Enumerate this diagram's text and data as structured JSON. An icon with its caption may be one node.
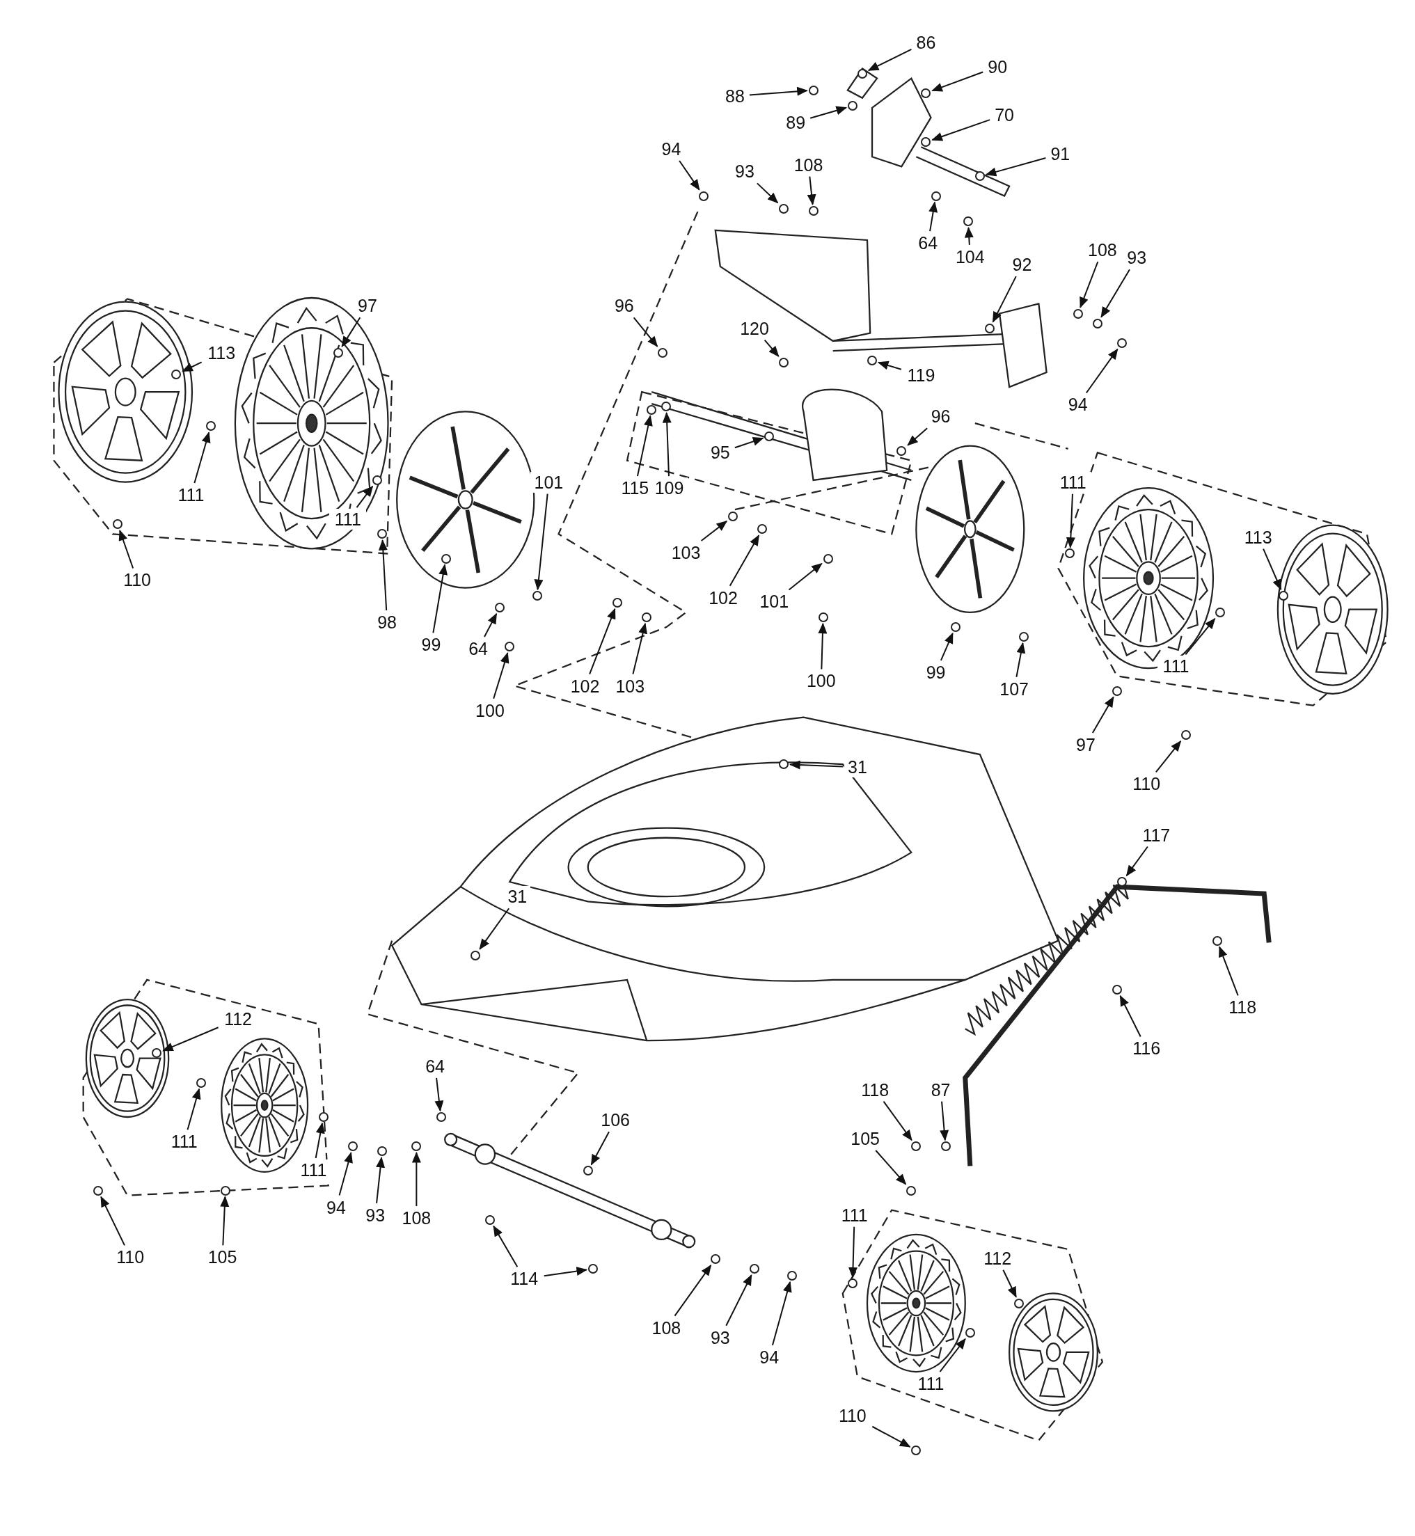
{
  "diagram": {
    "nodes": [
      {
        "text": [
          "86"
        ]
      },
      {
        "text": [
          "88"
        ]
      },
      {
        "text": [
          "90"
        ]
      },
      {
        "text": [
          "89"
        ]
      },
      {
        "text": [
          "70"
        ]
      },
      {
        "text": [
          "91"
        ]
      },
      {
        "text": [
          "94"
        ]
      },
      {
        "text": [
          "93"
        ]
      },
      {
        "text": [
          "108"
        ]
      },
      {
        "text": [
          "64"
        ]
      },
      {
        "text": [
          "104"
        ]
      },
      {
        "text": [
          "97"
        ]
      },
      {
        "text": [
          "113"
        ]
      },
      {
        "text": [
          "96"
        ]
      },
      {
        "text": [
          "120"
        ]
      },
      {
        "text": [
          "92"
        ]
      },
      {
        "text": [
          "108"
        ]
      },
      {
        "text": [
          "93"
        ]
      },
      {
        "text": [
          "119"
        ]
      },
      {
        "text": [
          "94"
        ]
      },
      {
        "text": [
          "111"
        ]
      },
      {
        "text": [
          "111"
        ]
      },
      {
        "text": [
          "110"
        ]
      },
      {
        "text": [
          "98"
        ]
      },
      {
        "text": [
          "99"
        ]
      },
      {
        "text": [
          "101"
        ]
      },
      {
        "text": [
          "115"
        ]
      },
      {
        "text": [
          "109"
        ]
      },
      {
        "text": [
          "95"
        ]
      },
      {
        "text": [
          "96"
        ]
      },
      {
        "text": [
          "64"
        ]
      },
      {
        "text": [
          "100"
        ]
      },
      {
        "text": [
          "102"
        ]
      },
      {
        "text": [
          "103"
        ]
      },
      {
        "text": [
          "103"
        ]
      },
      {
        "text": [
          "102"
        ]
      },
      {
        "text": [
          "101"
        ]
      },
      {
        "text": [
          "100"
        ]
      },
      {
        "text": [
          "111"
        ]
      },
      {
        "text": [
          "113"
        ]
      },
      {
        "text": [
          "99"
        ]
      },
      {
        "text": [
          "107"
        ]
      },
      {
        "text": [
          "111"
        ]
      },
      {
        "text": [
          "97"
        ]
      },
      {
        "text": [
          "110"
        ]
      },
      {
        "text": [
          "31"
        ]
      },
      {
        "text": [
          "117"
        ]
      },
      {
        "text": [
          "31"
        ]
      },
      {
        "text": [
          "118"
        ]
      },
      {
        "text": [
          "112"
        ]
      },
      {
        "text": [
          "116"
        ]
      },
      {
        "text": [
          "64"
        ]
      },
      {
        "text": [
          "106"
        ]
      },
      {
        "text": [
          "118"
        ]
      },
      {
        "text": [
          "87"
        ]
      },
      {
        "text": [
          "105"
        ]
      },
      {
        "text": [
          "111"
        ]
      },
      {
        "text": [
          "111"
        ]
      },
      {
        "text": [
          "94"
        ]
      },
      {
        "text": [
          "93"
        ]
      },
      {
        "text": [
          "108"
        ]
      },
      {
        "text": [
          "110"
        ]
      },
      {
        "text": [
          "105"
        ]
      },
      {
        "text": [
          "114"
        ]
      },
      {
        "text": [
          "111"
        ]
      },
      {
        "text": [
          "112"
        ]
      },
      {
        "text": [
          "108"
        ]
      },
      {
        "text": [
          "93"
        ]
      },
      {
        "text": [
          "94"
        ]
      },
      {
        "text": [
          "111"
        ]
      },
      {
        "text": [
          "110"
        ]
      },
      {
        "text": [],
        "shape": "circle"
      },
      {
        "text": [],
        "shape": "circle"
      },
      {
        "text": [],
        "shape": "circle"
      },
      {
        "text": [],
        "shape": "circle"
      },
      {
        "text": [],
        "shape": "circle"
      },
      {
        "text": [],
        "shape": "circle"
      },
      {
        "text": [],
        "shape": "circle"
      },
      {
        "text": [],
        "shape": "circle"
      },
      {
        "text": [],
        "shape": "circle"
      },
      {
        "text": [],
        "shape": "circle"
      },
      {
        "text": [],
        "shape": "circle"
      },
      {
        "text": [],
        "shape": "circle"
      },
      {
        "text": [],
        "shape": "circle"
      },
      {
        "text": [],
        "shape": "circle"
      },
      {
        "text": [],
        "shape": "circle"
      },
      {
        "text": [],
        "shape": "circle"
      },
      {
        "text": [],
        "shape": "circle"
      },
      {
        "text": [],
        "shape": "circle"
      },
      {
        "text": [],
        "shape": "circle"
      },
      {
        "text": [],
        "shape": "circle"
      },
      {
        "text": [],
        "shape": "circle"
      },
      {
        "text": [],
        "shape": "circle"
      },
      {
        "text": [],
        "shape": "circle"
      },
      {
        "text": [],
        "shape": "circle"
      },
      {
        "text": [],
        "shape": "circle"
      },
      {
        "text": [],
        "shape": "circle"
      },
      {
        "text": [],
        "shape": "circle"
      },
      {
        "text": [],
        "shape": "circle"
      },
      {
        "text": [],
        "shape": "circle"
      },
      {
        "text": [],
        "shape": "circle"
      },
      {
        "text": [],
        "shape": "circle"
      },
      {
        "text": [],
        "shape": "circle"
      },
      {
        "text": [],
        "shape": "circle"
      },
      {
        "text": [],
        "shape": "circle"
      },
      {
        "text": [],
        "shape": "circle"
      },
      {
        "text": [],
        "shape": "circle"
      },
      {
        "text": [],
        "shape": "circle"
      },
      {
        "text": [],
        "shape": "circle"
      },
      {
        "text": [],
        "shape": "circle"
      },
      {
        "text": [],
        "shape": "circle"
      },
      {
        "text": [],
        "shape": "circle"
      },
      {
        "text": [],
        "shape": "circle"
      },
      {
        "text": [],
        "shape": "circle"
      },
      {
        "text": [],
        "shape": "circle"
      },
      {
        "text": [],
        "shape": "circle"
      },
      {
        "text": [],
        "shape": "circle"
      },
      {
        "text": [],
        "shape": "circle"
      },
      {
        "text": [],
        "shape": "circle"
      },
      {
        "text": [],
        "shape": "circle"
      },
      {
        "text": [],
        "shape": "circle"
      },
      {
        "text": [],
        "shape": "circle"
      },
      {
        "text": [],
        "shape": "circle"
      },
      {
        "text": [],
        "shape": "circle"
      },
      {
        "text": [],
        "shape": "circle"
      },
      {
        "text": [],
        "shape": "circle"
      },
      {
        "text": [],
        "shape": "circle"
      },
      {
        "text": [],
        "shape": "circle"
      },
      {
        "text": [],
        "shape": "circle"
      },
      {
        "text": [],
        "shape": "circle"
      },
      {
        "text": [],
        "shape": "circle"
      },
      {
        "text": [],
        "shape": "circle"
      },
      {
        "text": [],
        "shape": "circle"
      },
      {
        "text": [],
        "shape": "circle"
      },
      {
        "text": [],
        "shape": "circle"
      },
      {
        "text": [],
        "shape": "circle"
      },
      {
        "text": [],
        "shape": "circle"
      },
      {
        "text": [],
        "shape": "circle"
      },
      {
        "text": [],
        "shape": "circle"
      },
      {
        "text": [],
        "shape": "circle"
      },
      {
        "text": [],
        "shape": "circle"
      },
      {
        "text": [],
        "shape": "circle"
      },
      {
        "text": [],
        "shape": "circle"
      }
    ],
    "edges": [
      {
        "from": 0,
        "to": 71,
        "arrow": "to"
      },
      {
        "from": 1,
        "to": 72,
        "arrow": "to"
      },
      {
        "from": 2,
        "to": 73,
        "arrow": "to"
      },
      {
        "from": 3,
        "to": 74,
        "arrow": "to"
      },
      {
        "from": 4,
        "to": 75,
        "arrow": "to"
      },
      {
        "from": 5,
        "to": 76,
        "arrow": "to"
      },
      {
        "from": 6,
        "to": 77,
        "arrow": "to"
      },
      {
        "from": 7,
        "to": 78,
        "arrow": "to"
      },
      {
        "from": 8,
        "to": 79,
        "arrow": "to"
      },
      {
        "from": 9,
        "to": 80,
        "arrow": "to"
      },
      {
        "from": 10,
        "to": 81,
        "arrow": "to"
      },
      {
        "from": 11,
        "to": 82,
        "arrow": "to"
      },
      {
        "from": 12,
        "to": 83,
        "arrow": "to"
      },
      {
        "from": 13,
        "to": 84,
        "arrow": "to"
      },
      {
        "from": 14,
        "to": 85,
        "arrow": "to"
      },
      {
        "from": 15,
        "to": 86,
        "arrow": "to"
      },
      {
        "from": 16,
        "to": 87,
        "arrow": "to"
      },
      {
        "from": 17,
        "to": 88,
        "arrow": "to"
      },
      {
        "from": 18,
        "to": 89,
        "arrow": "to"
      },
      {
        "from": 19,
        "to": 90,
        "arrow": "to"
      },
      {
        "from": 20,
        "to": 91,
        "arrow": "to"
      },
      {
        "from": 21,
        "to": 92,
        "arrow": "to"
      },
      {
        "from": 22,
        "to": 93,
        "arrow": "to"
      },
      {
        "from": 23,
        "to": 94,
        "arrow": "to"
      },
      {
        "from": 24,
        "to": 95,
        "arrow": "to"
      },
      {
        "from": 25,
        "to": 96,
        "arrow": "to"
      },
      {
        "from": 26,
        "to": 97,
        "arrow": "to"
      },
      {
        "from": 27,
        "to": 98,
        "arrow": "to"
      },
      {
        "from": 28,
        "to": 99,
        "arrow": "to"
      },
      {
        "from": 29,
        "to": 100,
        "arrow": "to"
      },
      {
        "from": 30,
        "to": 101,
        "arrow": "to"
      },
      {
        "from": 31,
        "to": 102,
        "arrow": "to"
      },
      {
        "from": 32,
        "to": 103,
        "arrow": "to"
      },
      {
        "from": 33,
        "to": 104,
        "arrow": "to"
      },
      {
        "from": 34,
        "to": 105,
        "arrow": "to"
      },
      {
        "from": 35,
        "to": 106,
        "arrow": "to"
      },
      {
        "from": 36,
        "to": 107,
        "arrow": "to"
      },
      {
        "from": 37,
        "to": 108,
        "arrow": "to"
      },
      {
        "from": 38,
        "to": 109,
        "arrow": "to"
      },
      {
        "from": 39,
        "to": 110,
        "arrow": "to"
      },
      {
        "from": 40,
        "to": 111,
        "arrow": "to"
      },
      {
        "from": 41,
        "to": 112,
        "arrow": "to"
      },
      {
        "from": 42,
        "to": 113,
        "arrow": "to"
      },
      {
        "from": 43,
        "to": 114,
        "arrow": "to"
      },
      {
        "from": 44,
        "to": 115,
        "arrow": "to"
      },
      {
        "from": 45,
        "to": 116,
        "arrow": "to"
      },
      {
        "from": 46,
        "to": 117,
        "arrow": "to"
      },
      {
        "from": 47,
        "to": 118,
        "arrow": "to"
      },
      {
        "from": 48,
        "to": 119,
        "arrow": "to"
      },
      {
        "from": 49,
        "to": 120,
        "arrow": "to"
      },
      {
        "from": 50,
        "to": 121,
        "arrow": "to"
      },
      {
        "from": 51,
        "to": 122,
        "arrow": "to"
      },
      {
        "from": 52,
        "to": 123,
        "arrow": "to"
      },
      {
        "from": 53,
        "to": 124,
        "arrow": "to"
      },
      {
        "from": 54,
        "to": 125,
        "arrow": "to"
      },
      {
        "from": 55,
        "to": 126,
        "arrow": "to"
      },
      {
        "from": 56,
        "to": 127,
        "arrow": "to"
      },
      {
        "from": 57,
        "to": 128,
        "arrow": "to"
      },
      {
        "from": 58,
        "to": 129,
        "arrow": "to"
      },
      {
        "from": 59,
        "to": 130,
        "arrow": "to"
      },
      {
        "from": 60,
        "to": 131,
        "arrow": "to"
      },
      {
        "from": 61,
        "to": 132,
        "arrow": "to"
      },
      {
        "from": 62,
        "to": 133,
        "arrow": "to"
      },
      {
        "from": 63,
        "to": 134,
        "arrow": "to"
      },
      {
        "from": 63,
        "to": 135,
        "arrow": "to"
      },
      {
        "from": 64,
        "to": 136,
        "arrow": "to"
      },
      {
        "from": 65,
        "to": 137,
        "arrow": "to"
      },
      {
        "from": 66,
        "to": 138,
        "arrow": "to"
      },
      {
        "from": 67,
        "to": 139,
        "arrow": "to"
      },
      {
        "from": 68,
        "to": 140,
        "arrow": "to"
      },
      {
        "from": 69,
        "to": 141,
        "arrow": "to"
      },
      {
        "from": 70,
        "to": 142,
        "arrow": "to"
      }
    ]
  }
}
